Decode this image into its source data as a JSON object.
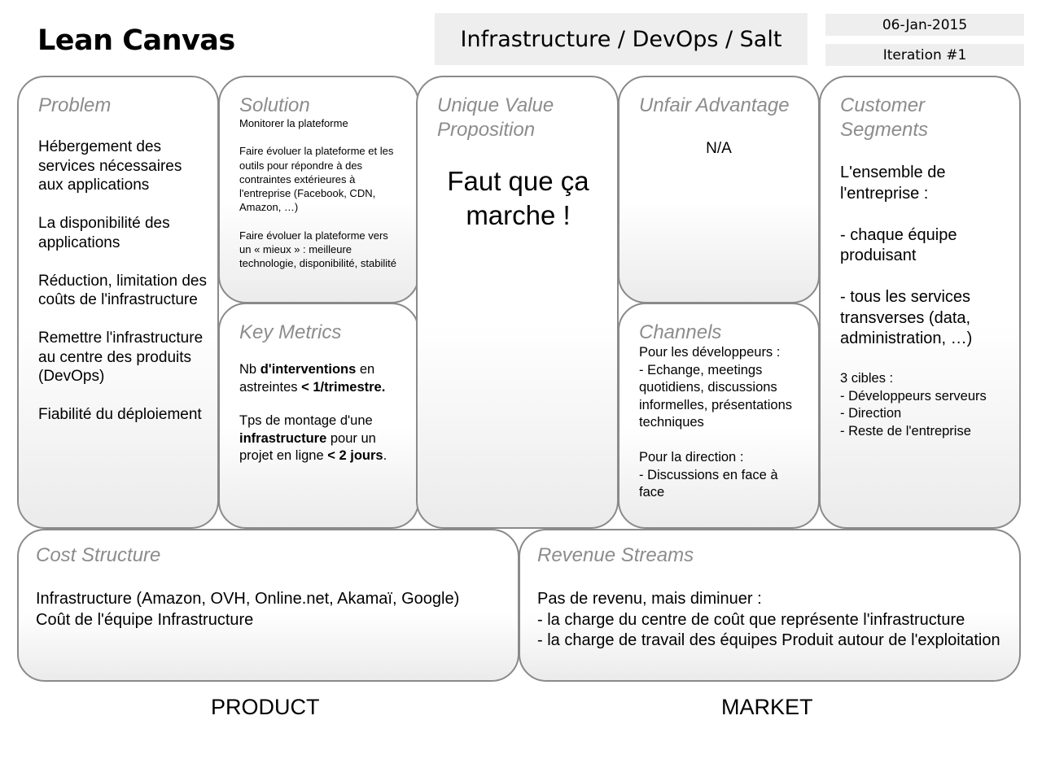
{
  "header": {
    "title": "Lean Canvas",
    "project": "Infrastructure / DevOps / Salt",
    "date": "06-Jan-2015",
    "iteration": "Iteration #1"
  },
  "problem": {
    "heading": "Problem",
    "text": "Hébergement des services nécessaires aux applications\n\nLa disponibilité des applications\n\nRéduction, limitation des coûts de l'infrastructure\n\nRemettre l'infrastructure au centre des produits (DevOps)\n\nFiabilité du déploiement"
  },
  "solution": {
    "heading": "Solution",
    "text": "Monitorer la plateforme\n\nFaire évoluer la plateforme et les outils pour répondre à des contraintes extérieures à l'entreprise (Facebook, CDN, Amazon, …)\n\nFaire évoluer la plateforme vers un « mieux » : meilleure technologie, disponibilité, stabilité"
  },
  "key_metrics": {
    "heading": "Key Metrics",
    "m1_a": "Nb ",
    "m1_b": "d'interventions",
    "m1_c": " en astreintes ",
    "m1_d": "< 1/trimestre.",
    "m2_a": "Tps de montage d'une ",
    "m2_b": "infrastructure",
    "m2_c": " pour un projet en ligne ",
    "m2_d": "< 2 jours",
    "m2_e": "."
  },
  "uvp": {
    "heading": "Unique Value Proposition",
    "text": "Faut que ça marche !"
  },
  "unfair_advantage": {
    "heading": "Unfair Advantage",
    "text": "N/A"
  },
  "channels": {
    "heading": "Channels",
    "text": "Pour les développeurs :\n- Echange, meetings quotidiens, discussions informelles, présentations techniques\n\nPour la direction :\n- Discussions en face à face"
  },
  "customer_segments": {
    "heading": "Customer Segments",
    "text": "L'ensemble de l'entreprise :\n\n- chaque équipe produisant\n\n- tous les services transverses (data, administration, …)",
    "targets": "3 cibles :\n- Développeurs serveurs\n- Direction\n- Reste de l'entreprise"
  },
  "cost_structure": {
    "heading": "Cost Structure",
    "text": "Infrastructure (Amazon, OVH, Online.net, Akamaï, Google)\nCoût de l'équipe Infrastructure"
  },
  "revenue_streams": {
    "heading": "Revenue Streams",
    "text": "Pas de revenu, mais diminuer :\n- la charge du centre de coût que représente l'infrastructure\n- la charge de travail des équipes Produit autour de l'exploitation"
  },
  "footer": {
    "product": "PRODUCT",
    "market": "MARKET"
  }
}
